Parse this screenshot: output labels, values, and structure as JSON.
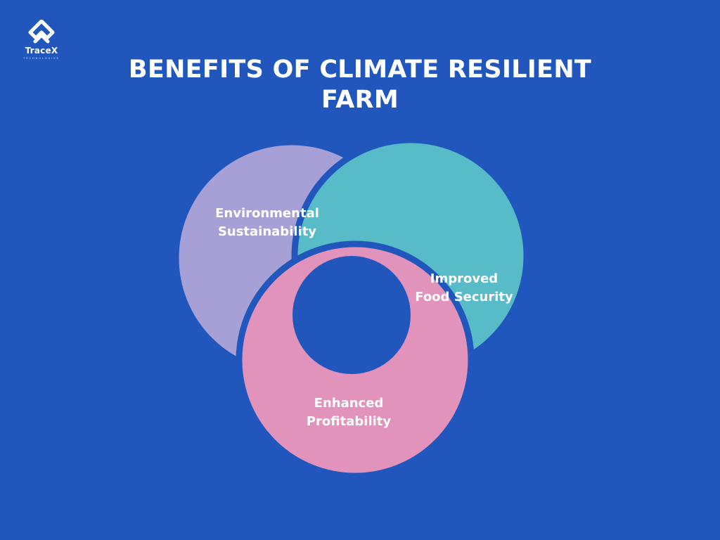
{
  "logo": {
    "brand": "TraceX",
    "subtitle": "TECHNOLOGIES",
    "icon": "tracex-logo-icon"
  },
  "title": {
    "line1": "BENEFITS OF CLIMATE RESILIENT",
    "line2": "FARM"
  },
  "diagram": {
    "segments": [
      {
        "line1": "Environmental",
        "line2": "Sustainability",
        "color": "#a6a0d6"
      },
      {
        "line1": "Improved",
        "line2": "Food Security",
        "color": "#57bbc8"
      },
      {
        "line1": "Enhanced",
        "line2": "Profitability",
        "color": "#e193bb"
      }
    ],
    "background": "#2157bd"
  }
}
